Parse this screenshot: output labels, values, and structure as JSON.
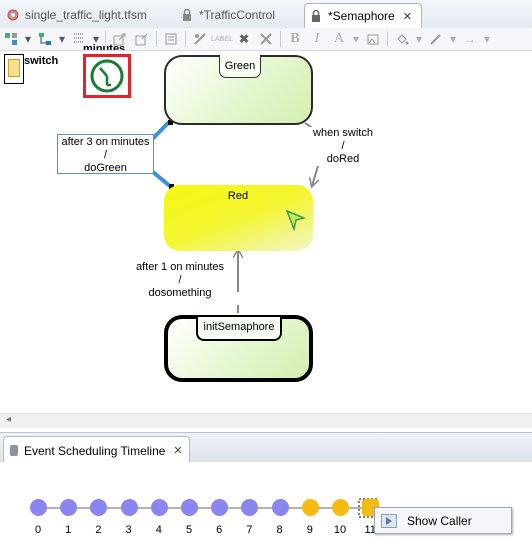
{
  "editor_tabs": [
    {
      "label": "single_traffic_light.tfsm",
      "active": false
    },
    {
      "label": "*TrafficControl",
      "active": false
    },
    {
      "label": "*Semaphore",
      "active": true
    }
  ],
  "toolbar": {
    "icons": [
      "select-icon",
      "dropdown-icon",
      "layout-icon",
      "dropdown-icon",
      "grid-icon",
      "dropdown-icon",
      "export-icon",
      "import-icon",
      "properties-icon",
      "delete-from-model-icon",
      "label-icon",
      "delete-icon",
      "remove-icon",
      "bold-icon",
      "italic-icon",
      "font-color-icon",
      "fill-icon",
      "line-color-icon",
      "arrow-style-icon"
    ]
  },
  "palette": {
    "switch_label": "switch",
    "minutes_label": "minutes"
  },
  "diagram": {
    "states": {
      "green": "Green",
      "red": "Red",
      "init": "initSemaphore"
    },
    "transitions": {
      "red_to_green": {
        "trigger": "after 3 on minutes",
        "sep": "/",
        "action": "doGreen"
      },
      "green_to_red": {
        "trigger": "when switch",
        "sep": "/",
        "action": "doRed"
      },
      "init_to_red": {
        "trigger": "after 1 on minutes",
        "sep": "/",
        "action": "dosomething"
      }
    }
  },
  "timeline_view": {
    "title": "Event Scheduling Timeline",
    "events": [
      {
        "label": "0",
        "color": "#8a86ef"
      },
      {
        "label": "1",
        "color": "#8a86ef"
      },
      {
        "label": "2",
        "color": "#8a86ef"
      },
      {
        "label": "3",
        "color": "#8a86ef"
      },
      {
        "label": "4",
        "color": "#8a86ef"
      },
      {
        "label": "5",
        "color": "#8a86ef"
      },
      {
        "label": "6",
        "color": "#8a86ef"
      },
      {
        "label": "7",
        "color": "#8a86ef"
      },
      {
        "label": "8",
        "color": "#8a86ef"
      },
      {
        "label": "9",
        "color": "#f5bb12"
      },
      {
        "label": "10",
        "color": "#f5bb12"
      },
      {
        "label": "11",
        "color": "#f5bb12"
      }
    ],
    "context_menu": {
      "item": "Show Caller"
    }
  },
  "colors": {
    "green_state": "#e9f7d6",
    "red_state": "#f2f51c",
    "selection": "#3a8fe0",
    "highlight_box": "#e0242a",
    "past_event": "#8a86ef",
    "pending_event": "#f5bb12"
  }
}
